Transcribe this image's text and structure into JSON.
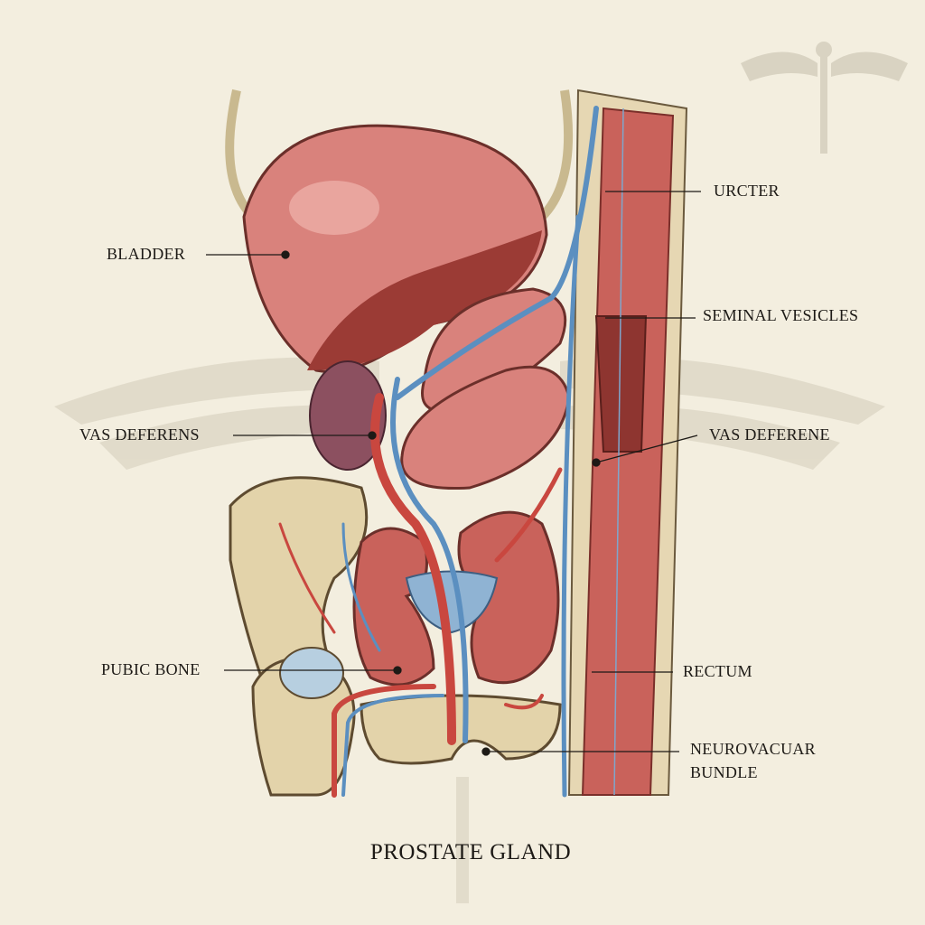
{
  "title": "PROSTATE GLAND",
  "labels": {
    "bladder": "BLADDER",
    "vas_deferens_left": "VAS DEFERENS",
    "pubic_bone": "PUBIC BONE",
    "ureter": "URCTER",
    "seminal_vesicles": "SEMINAL VESICLES",
    "vas_deferens_right": "VAS DEFERENE",
    "rectum": "RECTUM",
    "neurovascular_line1": "NEUROVACUAR",
    "neurovascular_line2": "BUNDLE"
  },
  "colors": {
    "background": "#f3eedf",
    "tissue": "#d9827c",
    "artery": "#c9473f",
    "vein": "#5b8fc0",
    "bone": "#e3d3aa",
    "ink": "#1d1a16"
  }
}
